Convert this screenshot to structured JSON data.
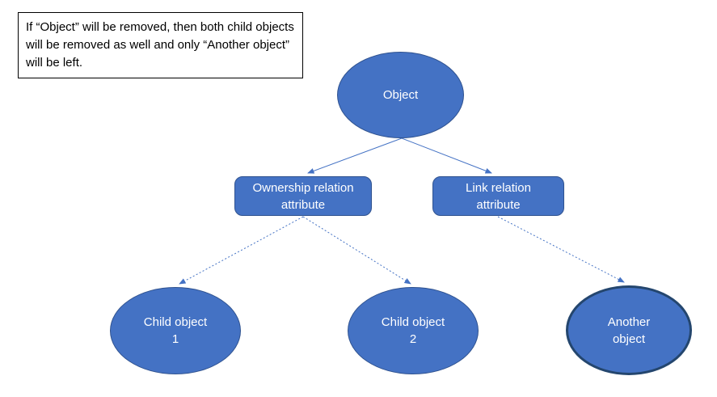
{
  "note": {
    "text": "If “Object” will be removed, then both child objects will be removed as well and only “Another object” will be left."
  },
  "diagram": {
    "nodes": {
      "object": {
        "label": "Object",
        "shape": "ellipse"
      },
      "ownership": {
        "label": "Ownership relation\nattribute",
        "shape": "rounded-rect"
      },
      "link": {
        "label": "Link relation\nattribute",
        "shape": "rounded-rect"
      },
      "child1": {
        "label": "Child object\n1",
        "shape": "ellipse"
      },
      "child2": {
        "label": "Child object\n2",
        "shape": "ellipse"
      },
      "another": {
        "label": "Another\nobject",
        "shape": "ellipse",
        "emphasized_border": true
      }
    },
    "edges": [
      {
        "from": "object",
        "to": "ownership",
        "style": "solid-arrow"
      },
      {
        "from": "object",
        "to": "link",
        "style": "solid-arrow"
      },
      {
        "from": "ownership",
        "to": "child1",
        "style": "dashed-arrow"
      },
      {
        "from": "ownership",
        "to": "child2",
        "style": "dashed-arrow"
      },
      {
        "from": "link",
        "to": "another",
        "style": "dashed-arrow"
      }
    ],
    "colors": {
      "node_fill": "#4472C4",
      "node_border": "#2F528F",
      "emphasized_border": "#24466E",
      "connector": "#4472C4",
      "label_text": "#FFFFFF",
      "note_text": "#000000",
      "note_border": "#000000",
      "background": "#FFFFFF"
    }
  }
}
